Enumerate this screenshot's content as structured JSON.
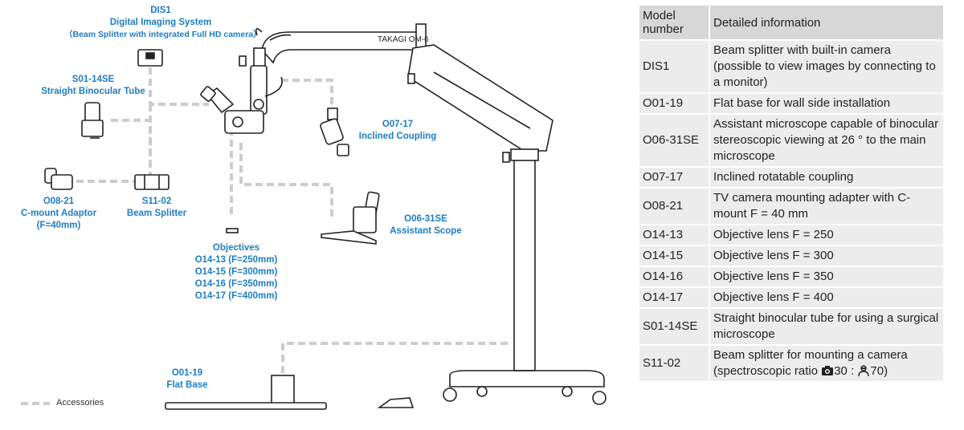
{
  "labels": {
    "dis1": {
      "code": "DIS1",
      "name": "Digital Imaging System",
      "sub": "（Beam Splitter with integrated Full HD camera）"
    },
    "s01": {
      "code": "S01-14SE",
      "name": "Straight Binocular Tube"
    },
    "o07": {
      "code": "O07-17",
      "name": "Inclined Coupling"
    },
    "o08": {
      "code": "O08-21",
      "name": "C-mount Adaptor",
      "extra": "(F=40mm)"
    },
    "s11": {
      "code": "S11-02",
      "name": "Beam Splitter"
    },
    "o06": {
      "code": "O06-31SE",
      "name": "Assistant Scope"
    },
    "objectives": {
      "title": "Objectives",
      "lines": [
        "O14-13 (F=250mm)",
        "O14-15 (F=300mm)",
        "O14-16 (F=350mm)",
        "O14-17 (F=400mm)"
      ]
    },
    "o01": {
      "code": "O01-19",
      "name": "Flat Base"
    }
  },
  "legend": {
    "label": "Accessories"
  },
  "brand_mark": "TAKAGI OM-6",
  "colors": {
    "accent": "#1d7dc4",
    "dash": "#c9cdd2",
    "line": "#222222"
  },
  "table": {
    "headers": [
      "Model number",
      "Detailed information"
    ],
    "rows": [
      {
        "model": "DIS1",
        "info": "Beam splitter with built-in camera (possible to view images by connecting to a monitor)"
      },
      {
        "model": "O01-19",
        "info": "Flat base for wall side installation"
      },
      {
        "model": "O06-31SE",
        "info": "Assistant microscope capable of binocular stereoscopic viewing at 26 ° to the main microscope"
      },
      {
        "model": "O07-17",
        "info": "Inclined rotatable coupling"
      },
      {
        "model": "O08-21",
        "info": "TV camera mounting adapter with C-mount F = 40 mm"
      },
      {
        "model": "O14-13",
        "info": "Objective lens F = 250"
      },
      {
        "model": "O14-15",
        "info": "Objective lens F = 300"
      },
      {
        "model": "O14-16",
        "info": "Objective lens F = 350"
      },
      {
        "model": "O14-17",
        "info": "Objective lens F = 400"
      },
      {
        "model": "S01-14SE",
        "info": "Straight binocular tube for using a surgical microscope"
      },
      {
        "model": "S11-02",
        "info_pre": "Beam splitter for mounting a camera (spectroscopic ratio ",
        "camera_value": "30",
        "separator": " : ",
        "eye_value": "70",
        "info_post": ")"
      }
    ],
    "icons": {
      "camera": "camera-icon",
      "eye": "observer-icon"
    }
  }
}
